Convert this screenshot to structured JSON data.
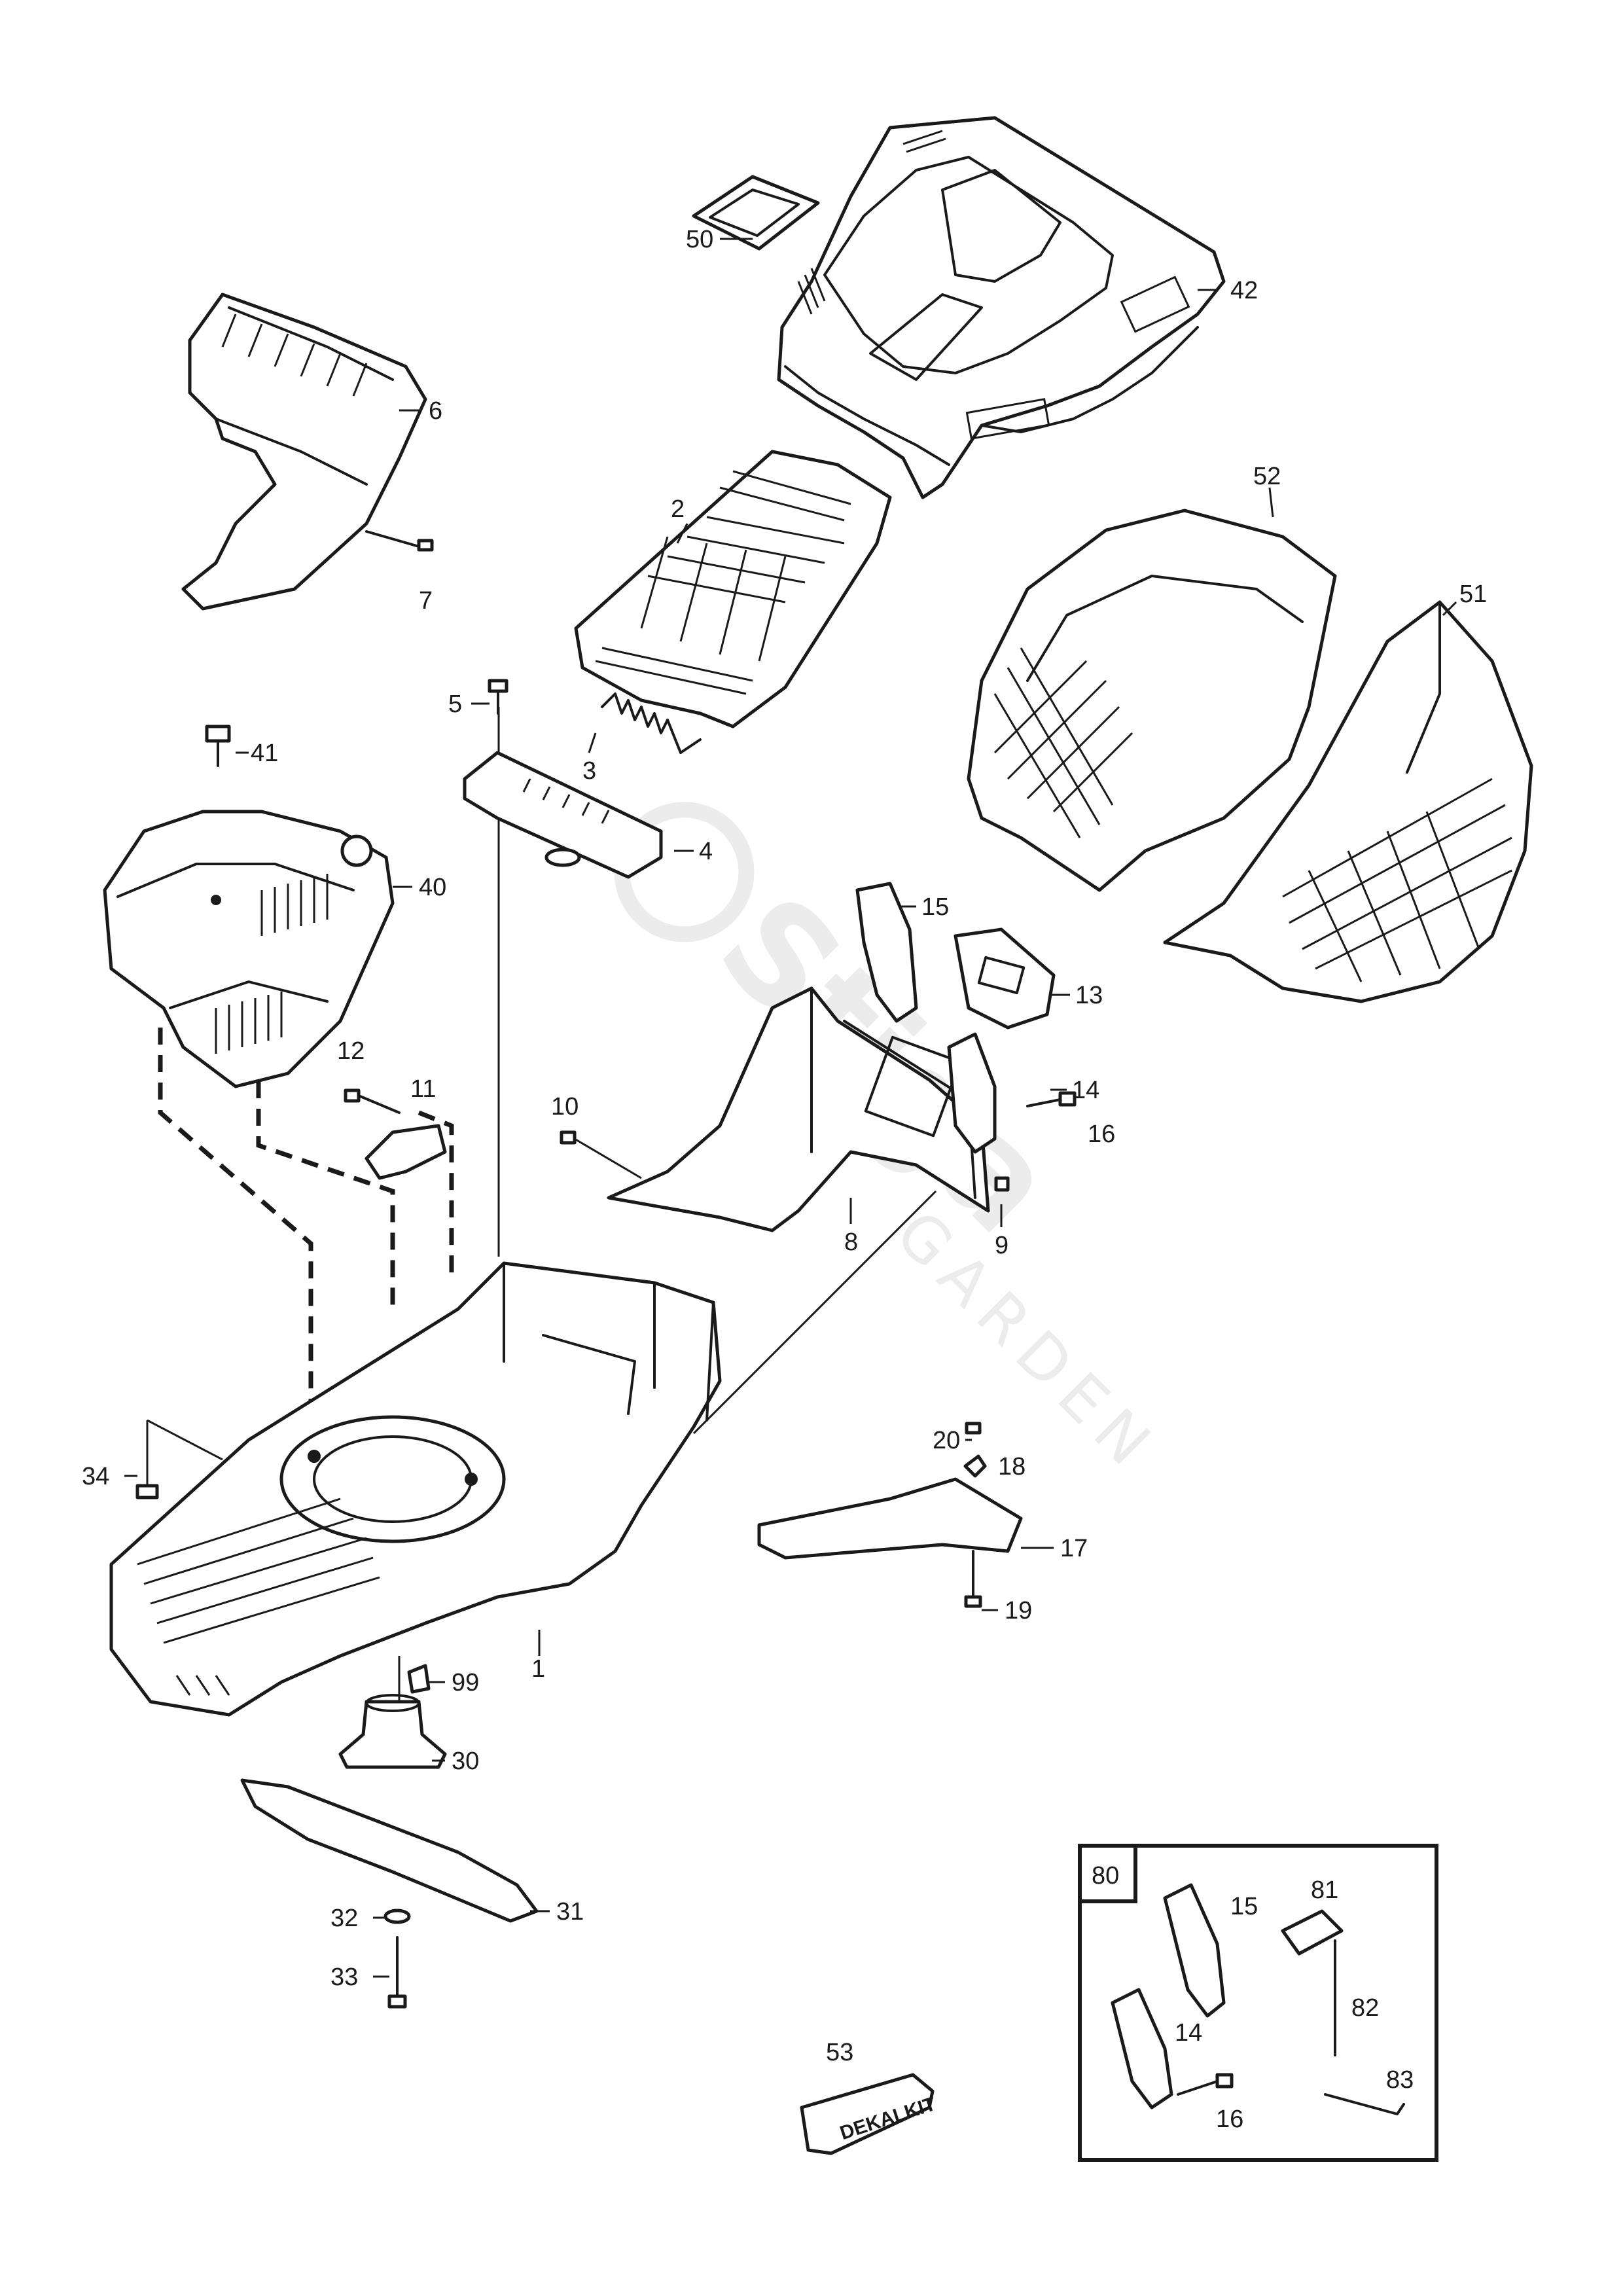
{
  "watermark": {
    "brand": "Stiga",
    "sub": "GARDEN",
    "color": "#ececec"
  },
  "callouts": [
    "1",
    "2",
    "3",
    "4",
    "5",
    "6",
    "7",
    "8",
    "9",
    "10",
    "11",
    "12",
    "13",
    "14",
    "15",
    "16",
    "17",
    "18",
    "19",
    "20",
    "30",
    "31",
    "32",
    "33",
    "34",
    "40",
    "41",
    "42",
    "50",
    "51",
    "52",
    "53",
    "99"
  ],
  "kit": {
    "id": "80",
    "callouts": [
      "15",
      "14",
      "16",
      "81",
      "82",
      "83"
    ]
  },
  "decal_label": "DEKALKIT"
}
